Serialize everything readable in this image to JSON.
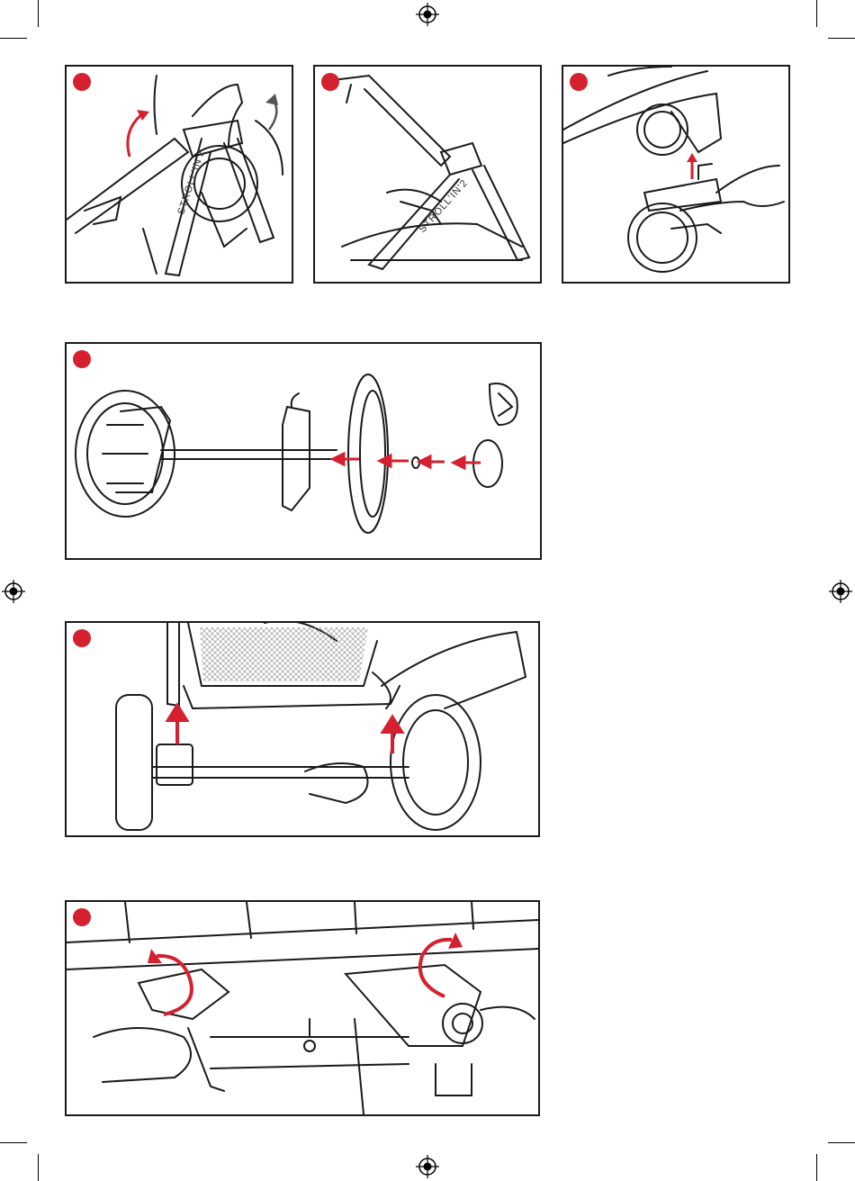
{
  "page": {
    "brand_text": "STROLL'IN'2",
    "accent_color": "#d5202f",
    "line_color": "#1a1a1a"
  },
  "panels": [
    {
      "id": "panel-1",
      "subject": "folding-frame-lift"
    },
    {
      "id": "panel-2",
      "subject": "open-stroller-frame"
    },
    {
      "id": "panel-3",
      "subject": "front-wheel-insert"
    },
    {
      "id": "panel-4",
      "subject": "rear-axle-wheel-assembly"
    },
    {
      "id": "panel-5",
      "subject": "attach-rear-axle"
    },
    {
      "id": "panel-6",
      "subject": "release-brackets"
    }
  ]
}
